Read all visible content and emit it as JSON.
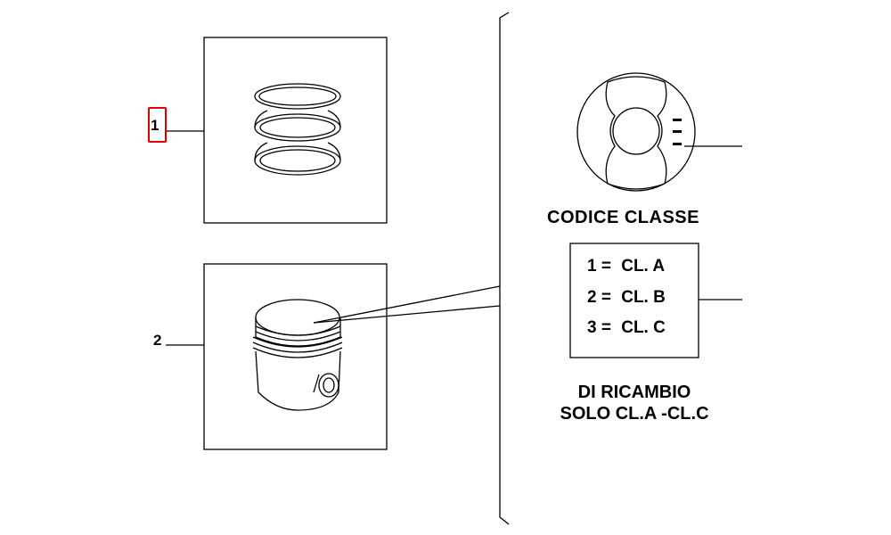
{
  "callouts": [
    {
      "label": "1"
    },
    {
      "label": "2"
    }
  ],
  "legend": {
    "heading": "CODICE  CLASSE",
    "entries": [
      {
        "code": "1 =",
        "value": "CL. A"
      },
      {
        "code": "2 =",
        "value": "CL. B"
      },
      {
        "code": "3 =",
        "value": "CL. C"
      }
    ],
    "note_line1": "DI  RICAMBIO",
    "note_line2": "SOLO CL.A -CL.C"
  },
  "colors": {
    "line": "#000000",
    "highlight": "#e00000",
    "background": "#ffffff"
  },
  "icons": [
    "piston-rings-icon",
    "piston-icon",
    "piston-crown-class-mark-icon"
  ]
}
